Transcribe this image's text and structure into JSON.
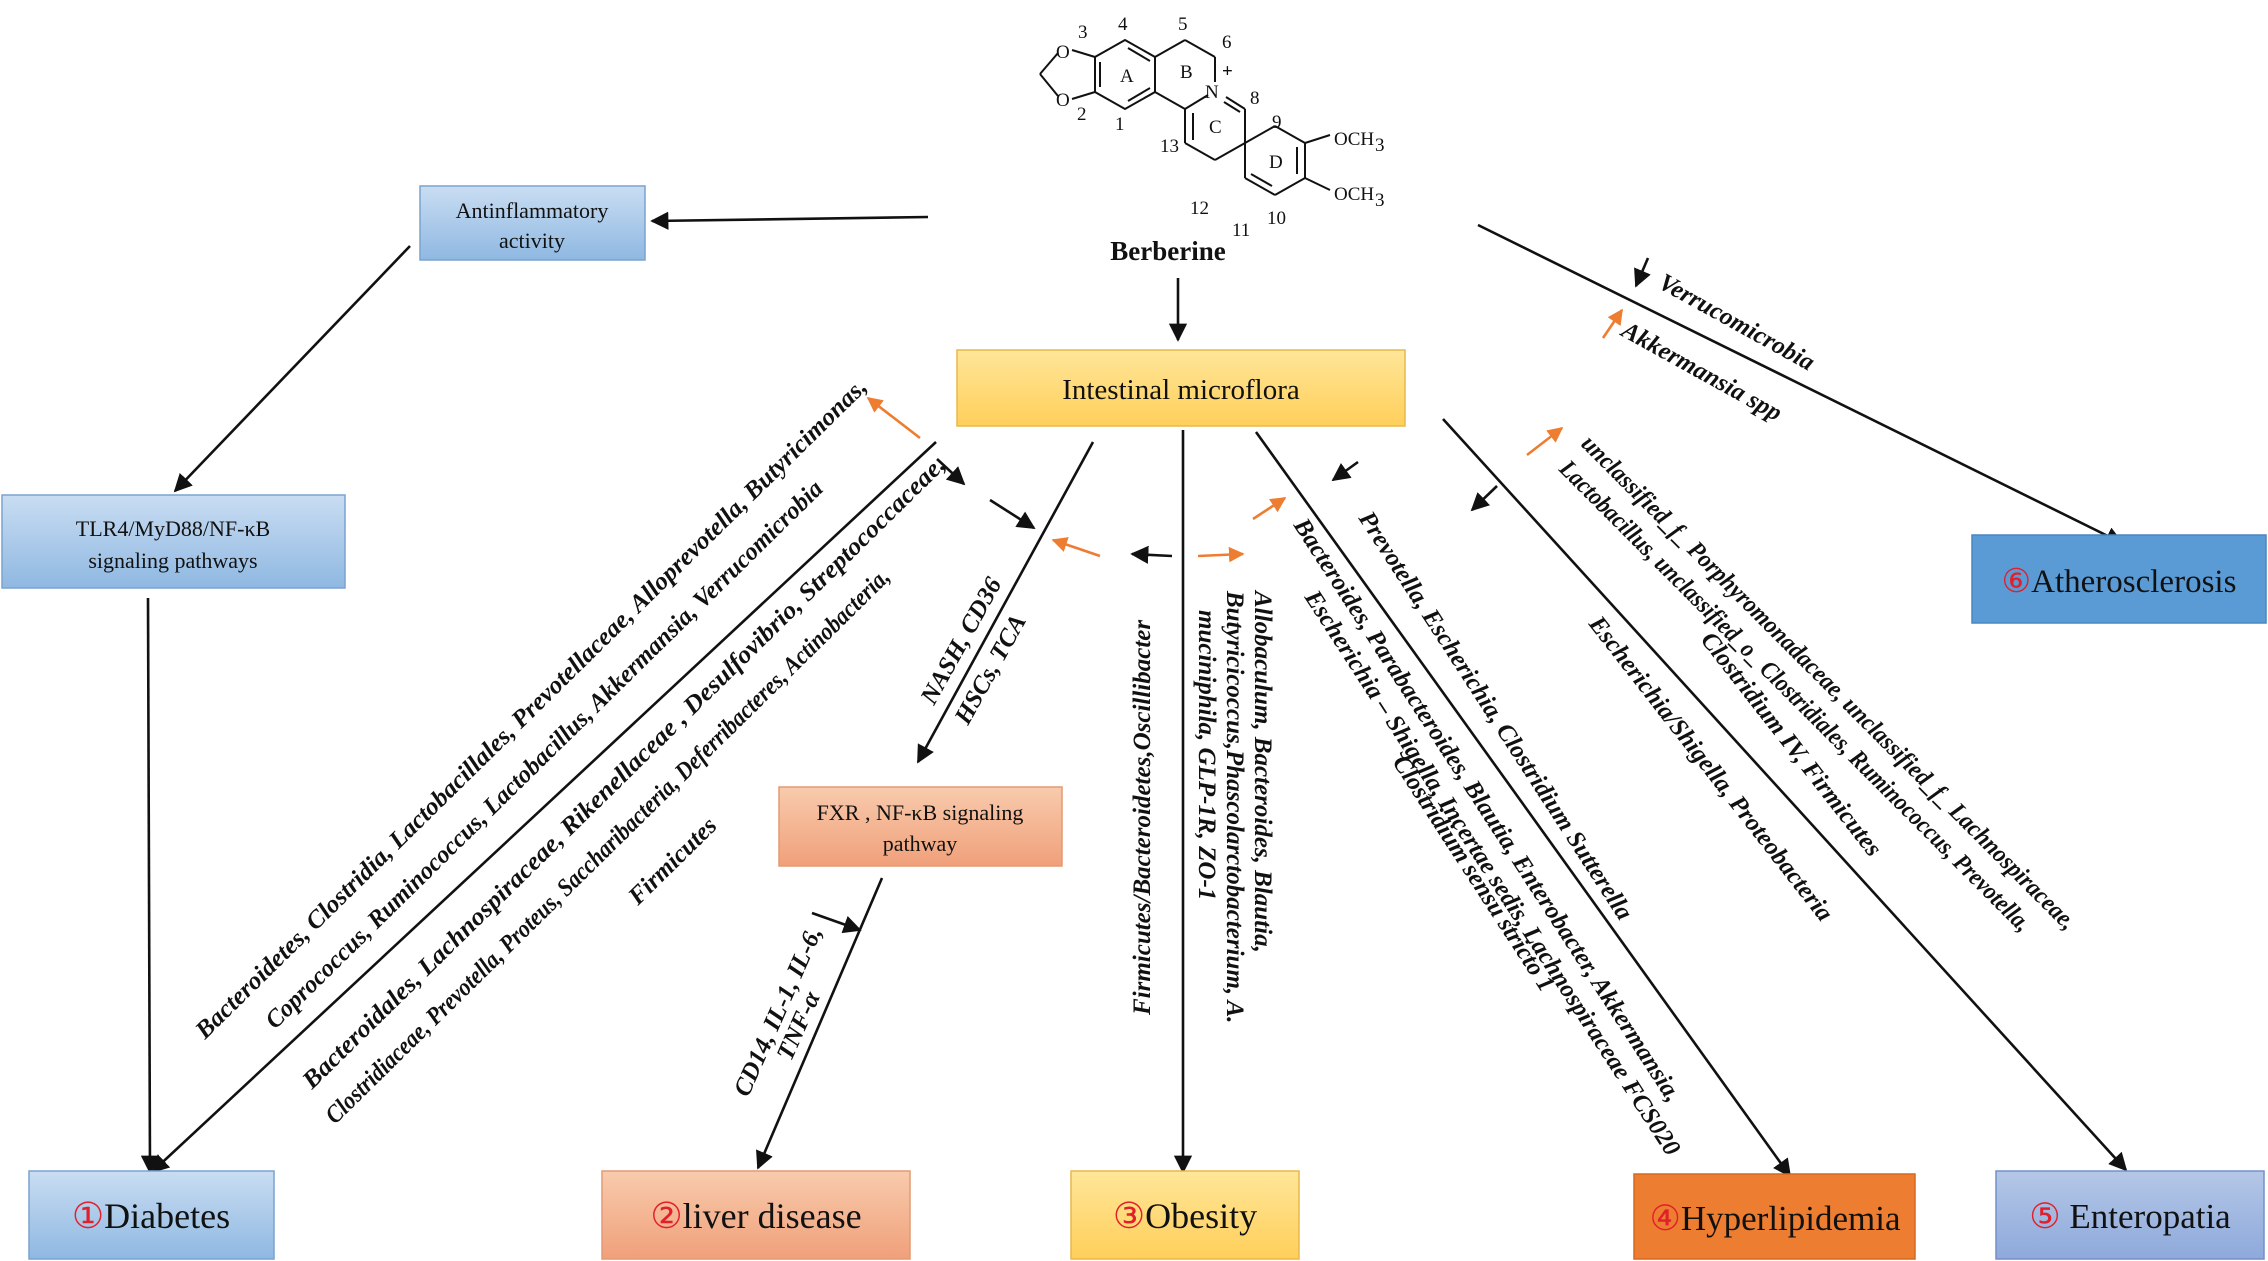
{
  "molecule": {
    "name": "Berberine",
    "ring_labels": [
      "A",
      "B",
      "C",
      "D"
    ],
    "atom_numbers": [
      "1",
      "2",
      "3",
      "4",
      "5",
      "6",
      "8",
      "9",
      "10",
      "11",
      "12",
      "13"
    ],
    "charge": "+",
    "atoms": {
      "O_top": "O",
      "O_bottom": "O",
      "N": "N",
      "OCH3_9": "OCH",
      "OCH3_10": "OCH",
      "sub3": "3"
    }
  },
  "boxes": {
    "antiinflammatory": {
      "line1": "Antinflammatory",
      "line2": "activity"
    },
    "tlr4": {
      "line1": "TLR4/MyD88/NF-κB",
      "line2": "signaling pathways"
    },
    "intestinal": {
      "label": "Intestinal microflora"
    },
    "fxr": {
      "line1": "FXR , NF-κB signaling",
      "line2": "pathway"
    },
    "diabetes": {
      "num": "①",
      "label": "Diabetes"
    },
    "liver": {
      "num": "②",
      "label": "liver disease"
    },
    "obesity": {
      "num": "③",
      "label": "Obesity"
    },
    "hyperlipidemia": {
      "num": "④",
      "label": "Hyperlipidemia"
    },
    "enteropatia": {
      "num": "⑤",
      "label": " Enteropatia"
    },
    "atherosclerosis": {
      "num": "⑥",
      "label": "Atherosclerosis"
    }
  },
  "colors": {
    "blue_box": "#9dc3e6",
    "blue_box_dark": "#5b9bd5",
    "yellow_box": "#ffd966",
    "salmon_box": "#f4b183",
    "orange_box": "#ed7d31",
    "purple_box": "#8faadc",
    "arrow_orange": "#ed7d31"
  },
  "annotations": {
    "diabetes_1": "Bacteroidetes, Clostridia, Lactobacillales, Prevotellaceae, Alloprevotella, Butyricimonas,",
    "diabetes_2": "Coprococcus, Ruminococcus, Lactobacillus, Akkermansia, Verrucomicrobia",
    "diabetes_3": "Bacteroidales,  Lachnospiraceae,  Rikenellaceae , Desulfovibrio, Streptococcaceae,",
    "diabetes_4": "Clostridiaceae, Prevotella, Proteus, Saccharibacteria, Deferribacteres, Actinobacteria,",
    "diabetes_5": "Firmicutes",
    "liver_1": "NASH,  CD36",
    "liver_2": "HSCs,  TCA",
    "liver_3": "CD14, IL-1, IL-6,",
    "liver_4": "TNF-α",
    "obesity_1": "Firmicutes/Bacteroidetes,Oscillibacter",
    "obesity_2": "Allobaculum, Bacteroides, Blautia,",
    "obesity_3": "Butyricicoccus,Phascolarctobacterium,  A.",
    "obesity_4": "muciniphila,  GLP-1R,  ZO-1",
    "hyper_1": "Prevotella, Escherichia, Clostridium Sutterella",
    "hyper_2": "Bacteroides, Parabacteroides, Blautia, Enterobacter, Akkermansia,",
    "hyper_3": "Escherichia – Shigella, Incertae sedis, Lachnospiraceae FCS020",
    "hyper_4": "Clostridium sensu stricto 1",
    "entero_1": "Escherichia/Shigella, Proteobacteria",
    "entero_2": "unclassified_f_ Porphyromonadaceae, unclassified_f_ Lachnospiraceae,",
    "entero_3": "Lactobacillus, unclassified_o_ Clostridiales, Ruminococcus, Prevotella,",
    "entero_4": "Clostridium IV, Firmicutes",
    "athero_1": "Verrucomicrobia",
    "athero_2": "Akkermansia spp"
  }
}
